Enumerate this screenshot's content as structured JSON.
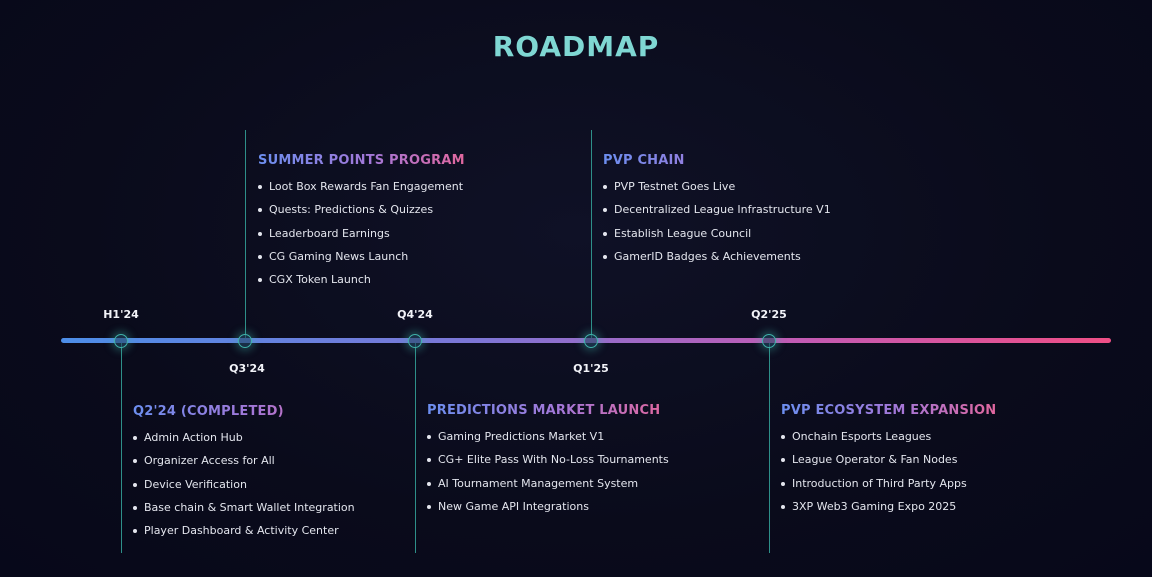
{
  "title": "ROADMAP",
  "milestones": [
    {
      "label": "H1'24"
    },
    {
      "label": "Q3'24"
    },
    {
      "label": "Q4'24"
    },
    {
      "label": "Q1'25"
    },
    {
      "label": "Q2'25"
    }
  ],
  "cards": [
    {
      "title": "SUMMER POINTS PROGRAM",
      "items": [
        "Loot Box Rewards Fan Engagement",
        "Quests: Predictions & Quizzes",
        "Leaderboard Earnings",
        "CG Gaming News Launch",
        "CGX Token Launch"
      ]
    },
    {
      "title": "PVP CHAIN",
      "items": [
        "PVP Testnet Goes Live",
        "Decentralized League Infrastructure V1",
        "Establish League Council",
        "GamerID Badges & Achievements"
      ]
    },
    {
      "title": "Q2'24 (COMPLETED)",
      "items": [
        "Admin Action Hub",
        "Organizer Access for All",
        "Device Verification",
        "Base chain & Smart Wallet Integration",
        "Player Dashboard & Activity Center"
      ]
    },
    {
      "title": "PREDICTIONS MARKET LAUNCH",
      "items": [
        "Gaming Predictions Market V1",
        "CG+ Elite Pass With No-Loss Tournaments",
        "AI Tournament Management System",
        "New Game API Integrations"
      ]
    },
    {
      "title": "PVP ECOSYSTEM EXPANSION",
      "items": [
        "Onchain Esports Leagues",
        "League Operator & Fan Nodes",
        "Introduction of Third Party Apps",
        "3XP Web3 Gaming Expo 2025"
      ]
    }
  ]
}
